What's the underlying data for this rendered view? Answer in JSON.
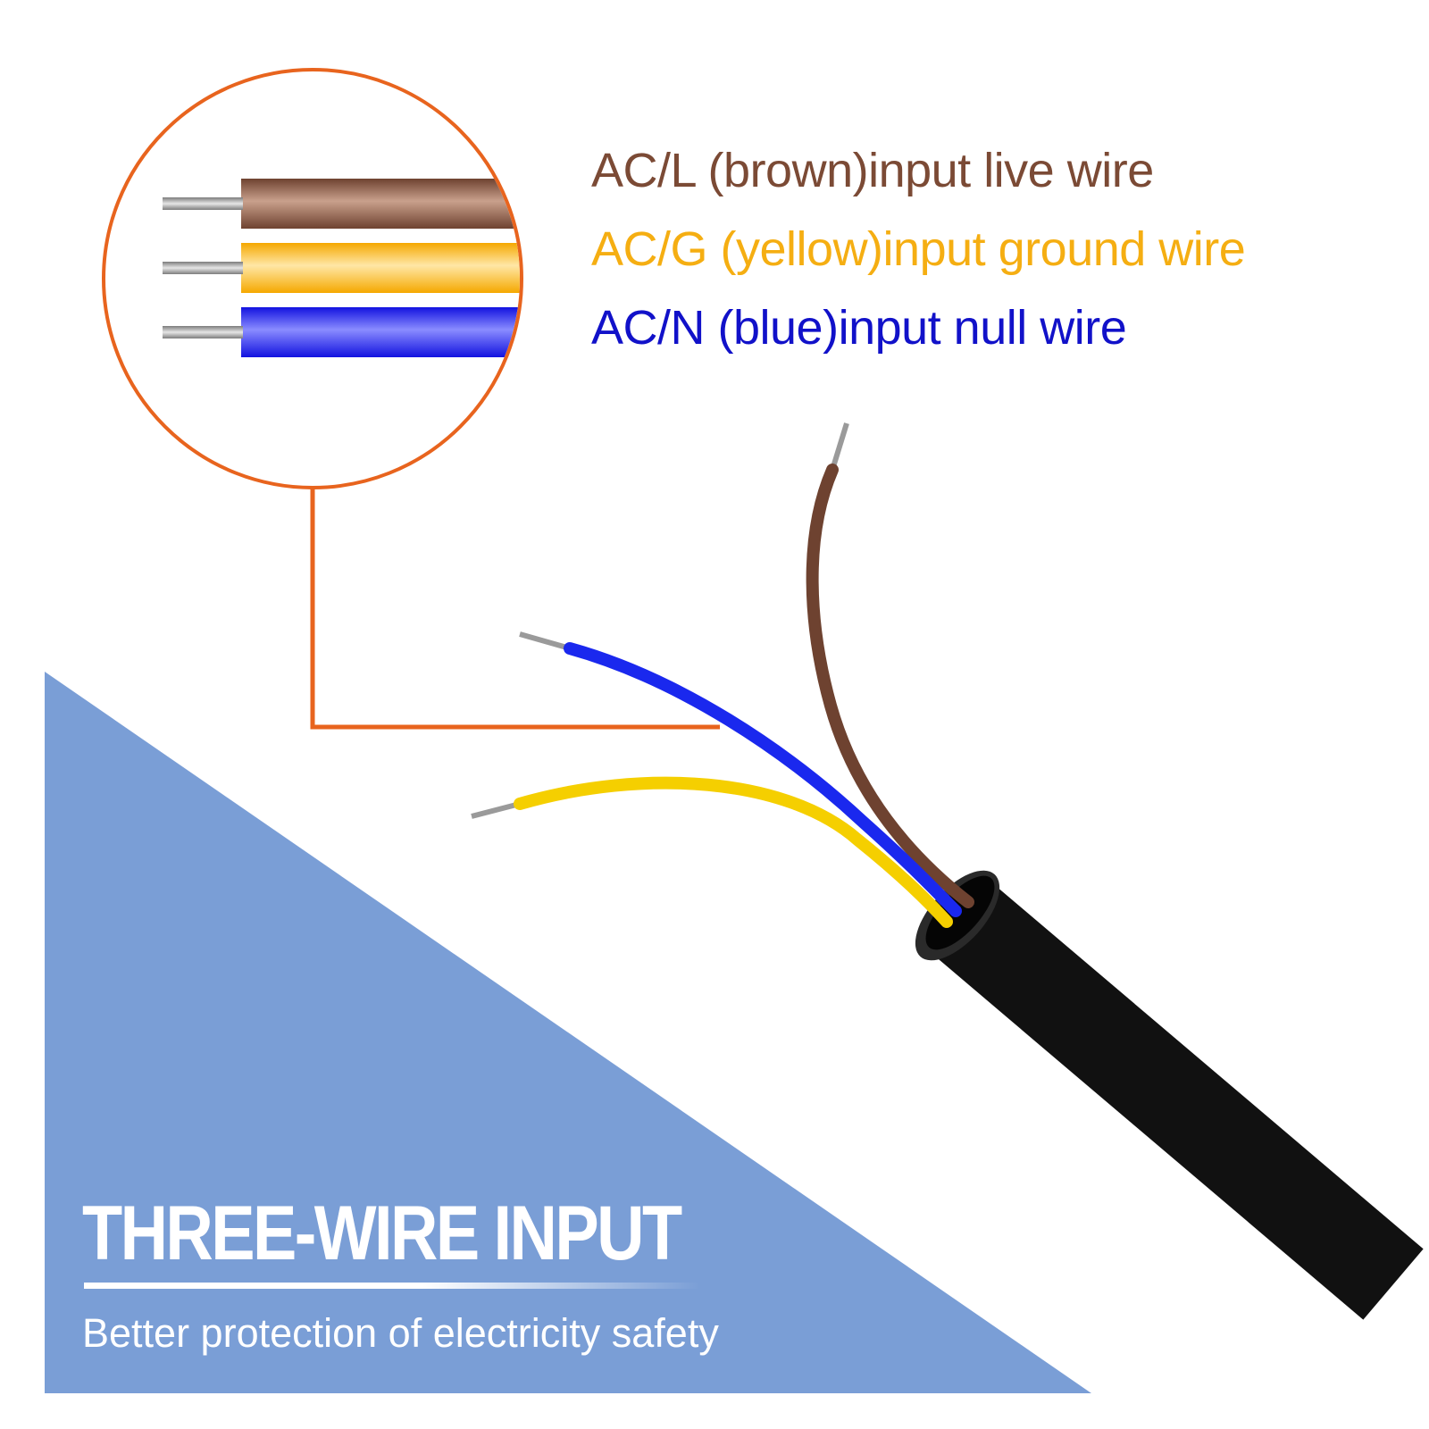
{
  "legend": {
    "live": {
      "text": "AC/L (brown)input live wire",
      "color": "#7b4a35"
    },
    "ground": {
      "text": "AC/G (yellow)input ground wire",
      "color": "#f5ae12"
    },
    "null": {
      "text": "AC/N (blue)input null wire",
      "color": "#1111c9"
    }
  },
  "banner": {
    "headline": "THREE-WIRE INPUT",
    "tagline": "Better protection of electricity safety",
    "background_color": "#7a9ed6"
  },
  "colors": {
    "callout": "#e8641e",
    "cable_jacket": "#111111",
    "conductor": "#9a9a9a",
    "brown_wire": "#7b4a35",
    "yellow_wire": "#f5c000",
    "blue_wire": "#1a28ee"
  }
}
